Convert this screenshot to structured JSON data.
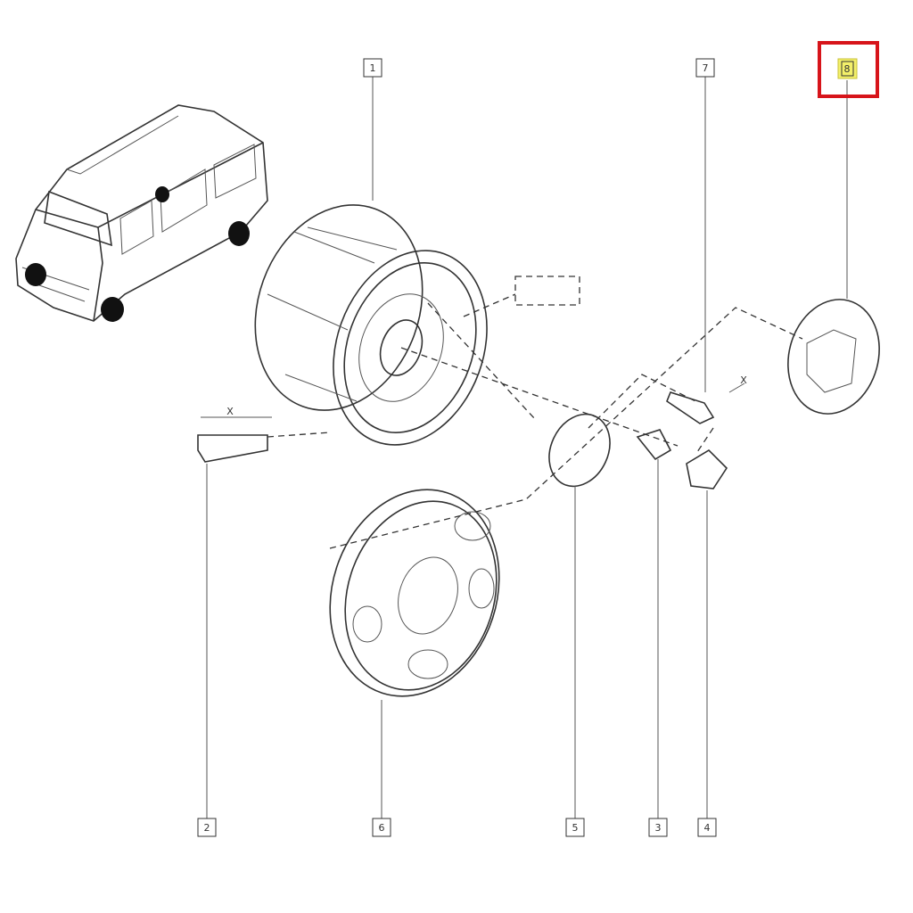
{
  "diagram": {
    "callouts": [
      {
        "id": "1",
        "label": "1"
      },
      {
        "id": "7",
        "label": "7"
      },
      {
        "id": "8",
        "label": "8",
        "highlighted": true
      },
      {
        "id": "2",
        "label": "2"
      },
      {
        "id": "6",
        "label": "6"
      },
      {
        "id": "5",
        "label": "5"
      },
      {
        "id": "3",
        "label": "3"
      },
      {
        "id": "4",
        "label": "4"
      }
    ],
    "dimension_marks": [
      "X",
      "X"
    ],
    "highlight_color": "#d7141a",
    "highlight_fill": "#f3f06a"
  }
}
